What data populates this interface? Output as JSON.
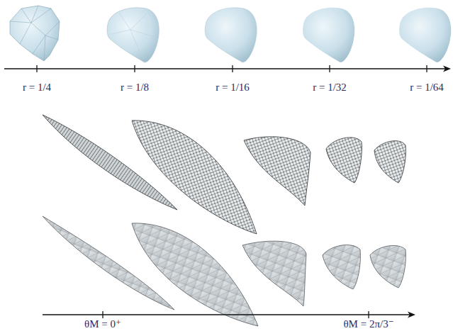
{
  "diagram": {
    "labels": [
      "r = 1/4",
      "r = 1/8",
      "r = 1/16",
      "r = 1/32",
      "r = 1/64",
      "θM = 0⁺",
      "θM = 2π/3⁻"
    ]
  }
}
